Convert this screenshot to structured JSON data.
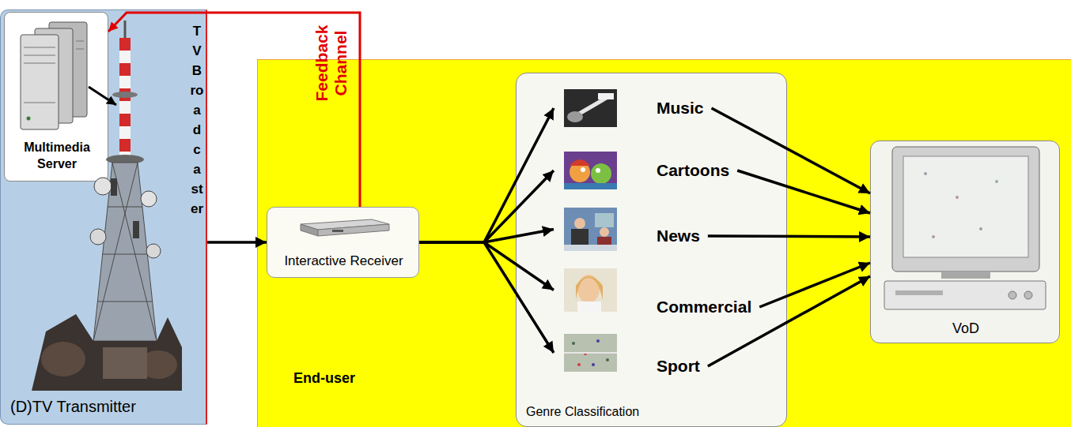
{
  "diagram": {
    "nodes": [
      {
        "text": [
          "TV Broadcaster",
          "(D)TV Transmitter"
        ]
      },
      {
        "text": [
          "Multimedia Server"
        ],
        "in": 0
      },
      {
        "text": [
          "End-user"
        ]
      },
      {
        "text": [
          "Interactive Receiver"
        ],
        "in": 2
      },
      {
        "text": [
          "Genre Classification"
        ],
        "in": 2
      },
      {
        "text": [
          "Music"
        ],
        "in": 4
      },
      {
        "text": [
          "Cartoons"
        ],
        "in": 4
      },
      {
        "text": [
          "News"
        ],
        "in": 4
      },
      {
        "text": [
          "Commercial"
        ],
        "in": 4
      },
      {
        "text": [
          "Sport"
        ],
        "in": 4
      },
      {
        "text": [
          "VoD"
        ],
        "in": 2
      }
    ],
    "edges": [
      {
        "from": 0,
        "to": 3,
        "arrow": "to"
      },
      {
        "from": 3,
        "to": 1,
        "label": "Feedback Channel",
        "arrow": "to"
      },
      {
        "from": 3,
        "to": 5,
        "arrow": "to"
      },
      {
        "from": 3,
        "to": 6,
        "arrow": "to"
      },
      {
        "from": 3,
        "to": 7,
        "arrow": "to"
      },
      {
        "from": 3,
        "to": 8,
        "arrow": "to"
      },
      {
        "from": 3,
        "to": 9,
        "arrow": "to"
      },
      {
        "from": 5,
        "to": 10,
        "arrow": "to"
      },
      {
        "from": 6,
        "to": 10,
        "arrow": "to"
      },
      {
        "from": 7,
        "to": 10,
        "arrow": "to"
      },
      {
        "from": 8,
        "to": 10,
        "arrow": "to"
      },
      {
        "from": 9,
        "to": 10,
        "arrow": "to"
      }
    ]
  }
}
